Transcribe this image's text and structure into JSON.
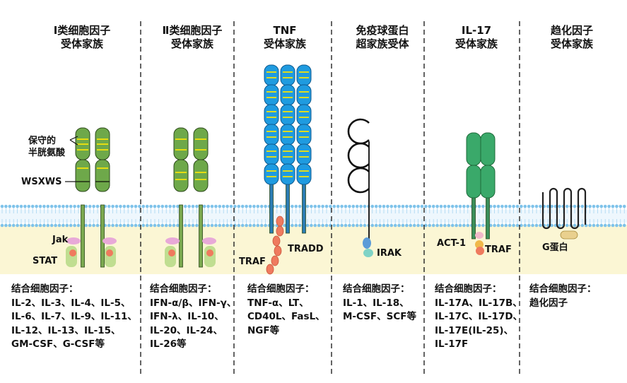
{
  "families": [
    {
      "id": "class1",
      "title": [
        "Ⅰ类细胞因子",
        "受体家族"
      ],
      "ligands": [
        "结合细胞因子：",
        "IL-2、IL-3、IL-4、IL-5、",
        "IL-6、IL-7、IL-9、IL-11、",
        "IL-12、IL-13、IL-15、",
        "GM-CSF、G-CSF等"
      ]
    },
    {
      "id": "class2",
      "title": [
        "Ⅱ类细胞因子",
        "受体家族"
      ],
      "ligands": [
        "结合细胞因子：",
        "IFN-α/β、IFN-γ、",
        "IFN-λ、IL-10、",
        "IL-20、IL-24、",
        "IL-26等"
      ]
    },
    {
      "id": "tnf",
      "title": [
        "TNF",
        "受体家族"
      ],
      "ligands": [
        "结合细胞因子：",
        "TNF-α、LT、",
        "CD40L、FasL、",
        "NGF等"
      ]
    },
    {
      "id": "igsf",
      "title": [
        "免疫球蛋白",
        "超家族受体"
      ],
      "ligands": [
        "结合细胞因子：",
        "IL-1、IL-18、",
        "M-CSF、SCF等"
      ]
    },
    {
      "id": "il17",
      "title": [
        "IL-17",
        "受体家族"
      ],
      "ligands": [
        "结合细胞因子：",
        "IL-17A、IL-17B、",
        "IL-17C、IL-17D、",
        "IL-17E(IL-25)、",
        "IL-17F"
      ]
    },
    {
      "id": "chemokine",
      "title": [
        "趋化因子",
        "受体家族"
      ],
      "ligands": [
        "结合细胞因子：",
        "趋化因子"
      ]
    }
  ],
  "labels": {
    "cys_line1": "保守的",
    "cys_line2": "半胱氨酸",
    "wsxws": "WSXWS",
    "jak": "Jak",
    "stat": "STAT",
    "tradd": "TRADD",
    "traf_tnf": "TRAF",
    "irak": "IRAK",
    "act1": "ACT-1",
    "traf_il17": "TRAF",
    "gprotein": "G蛋白"
  },
  "colors": {
    "membrane": "#7fc3ea",
    "cytoplasm": "#fbf6d4",
    "green_domain": "#6ea84a",
    "il17_domain": "#3aa96a",
    "tnf_domain": "#1f9be0",
    "yellow_stripe": "#f2e20c",
    "jak": "#e8a9d8",
    "stat": "#b9dc8a",
    "traf": "#ef7a5e"
  }
}
